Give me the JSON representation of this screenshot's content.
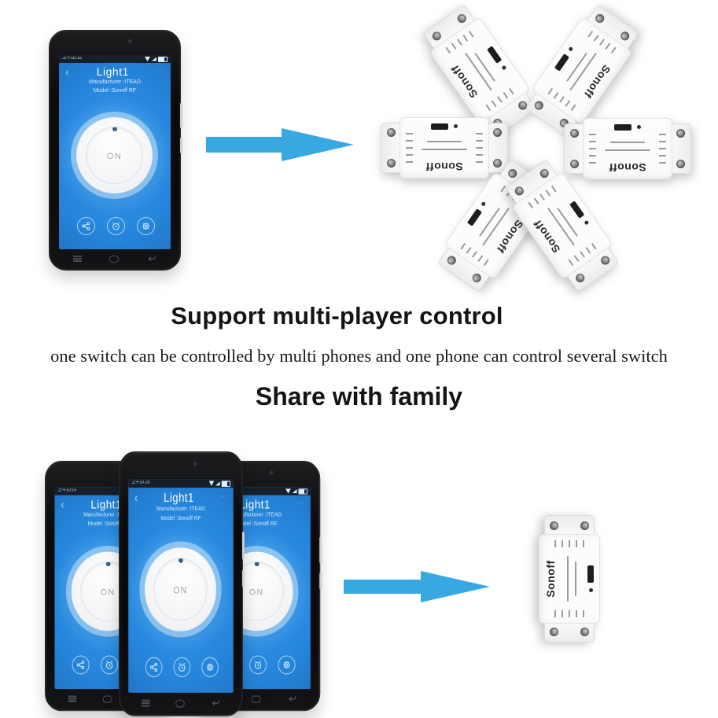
{
  "headings": {
    "title_top": "Support multi-player control",
    "subtitle": "one switch can be controlled by multi phones and one phone can control several switch",
    "title_bottom": "Share with family"
  },
  "phone_app": {
    "status_time": "上午10:15",
    "back_glyph": "‹",
    "title": "Light1",
    "more_glyph": "⋯",
    "manufacturer_line": "Manufacturer :ITEAD",
    "model_line": "Model :Sonoff RF",
    "on_label": "ON",
    "footer_icons": [
      "share-icon",
      "alarm-icon",
      "settings-gear-icon"
    ],
    "nav_icons": [
      "menu-icon",
      "home-icon",
      "back-icon"
    ],
    "status_icons": [
      "wifi-icon",
      "signal-icon",
      "battery-icon"
    ]
  },
  "switch_device": {
    "brand": "Sonoff",
    "count_cluster": 6,
    "count_single": 1
  },
  "colors": {
    "arrow": "#38a8e3",
    "screen_blue": "#2585db",
    "status_bar": "#161f2a",
    "phone_body": "#111111",
    "switch_body": "#fcfcfc"
  }
}
